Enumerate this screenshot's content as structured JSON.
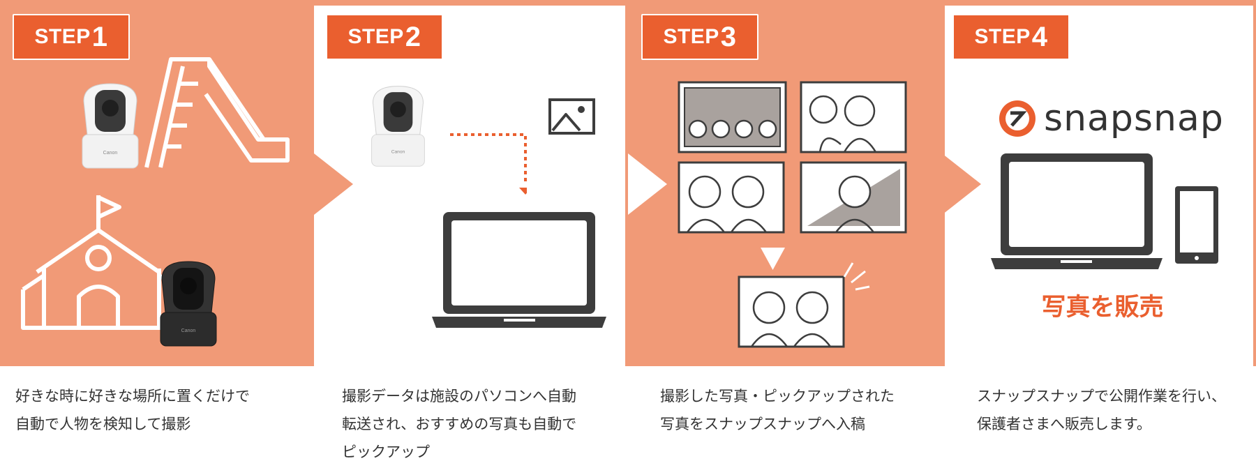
{
  "steps": [
    {
      "word": "STEP",
      "num": "1"
    },
    {
      "word": "STEP",
      "num": "2"
    },
    {
      "word": "STEP",
      "num": "3"
    },
    {
      "word": "STEP",
      "num": "4"
    }
  ],
  "captions": [
    "好きな時に好きな場所に置くだけで\n自動で人物を検知して撮影",
    "撮影データは施設のパソコンへ自動\n転送され、おすすめの写真も自動で\nピックアップ",
    "撮影した写真・ピックアップされた\n写真をスナップスナップへ入稿",
    "スナップスナップで公開作業を行い、\n保護者さまへ販売します。"
  ],
  "brand": {
    "name": "snapsnap"
  },
  "step4": {
    "sell_label": "写真を販売"
  },
  "camera_brand": "Canon",
  "colors": {
    "orange_panel": "#f19a77",
    "accent": "#ea5f2f",
    "dark": "#3d3d3d",
    "white": "#ffffff"
  }
}
